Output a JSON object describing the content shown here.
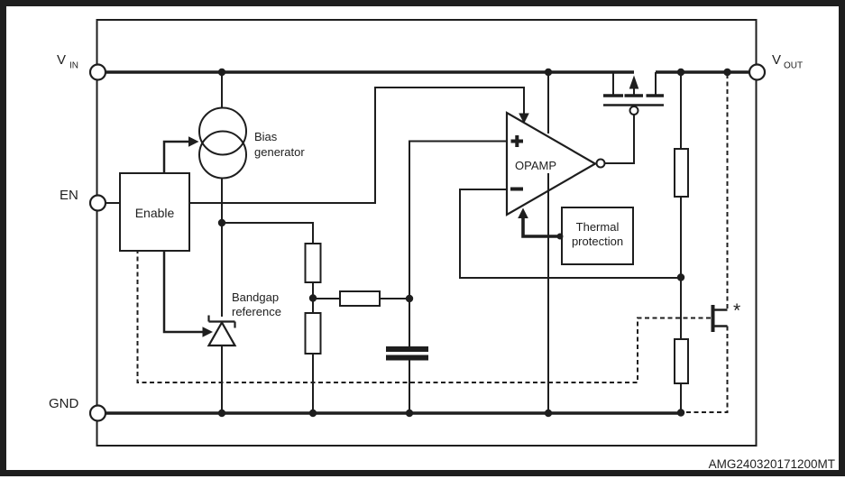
{
  "pins": {
    "vin": {
      "label": "V",
      "sub": "IN"
    },
    "en": {
      "label": "EN"
    },
    "gnd": {
      "label": "GND"
    },
    "vout": {
      "label": "V",
      "sub": "OUT"
    }
  },
  "blocks": {
    "enable": {
      "label": "Enable"
    },
    "bias_generator": {
      "line1": "Bias",
      "line2": "generator"
    },
    "bandgap_reference": {
      "line1": "Bandgap",
      "line2": "reference"
    },
    "opamp": {
      "label": "OPAMP"
    },
    "thermal_protection": {
      "line1": "Thermal",
      "line2": "protection"
    }
  },
  "annotations": {
    "external_transistor_marker": "*",
    "part_number": "AMG240320171200MT"
  },
  "colors": {
    "line": "#1e1e1e",
    "background": "#ffffff"
  }
}
